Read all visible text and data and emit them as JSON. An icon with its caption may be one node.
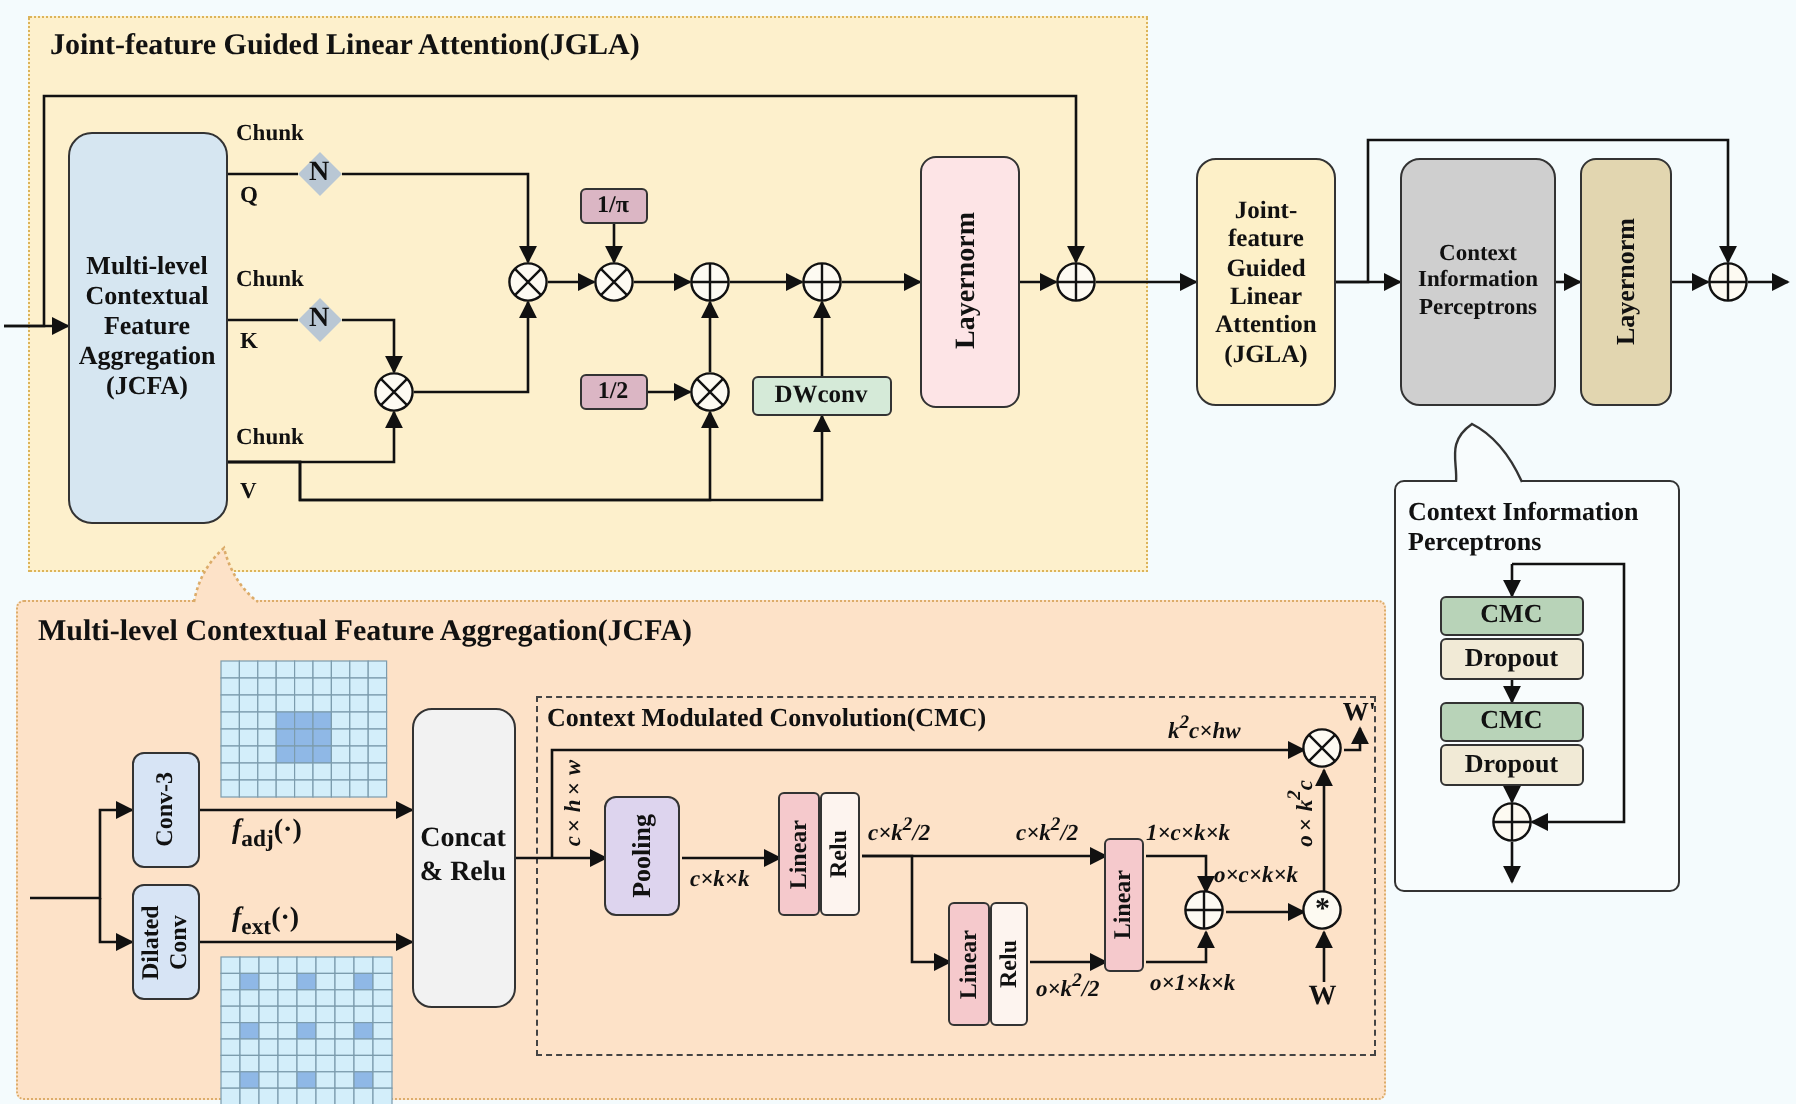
{
  "diagram": {
    "nodes": [
      {
        "text": [
          "Joint-feature Guided Linear Attention(JGLA)"
        ]
      },
      {
        "text": [
          "Multi-level Contextual Feature Aggregation (JCFA)"
        ],
        "in": 0
      },
      {
        "text": [
          "N"
        ],
        "in": 0
      },
      {
        "text": [
          "N"
        ],
        "in": 0
      },
      {
        "text": [],
        "shape": "times",
        "in": 0
      },
      {
        "text": [],
        "shape": "times",
        "in": 0
      },
      {
        "text": [
          "1/π"
        ],
        "in": 0
      },
      {
        "text": [],
        "shape": "times",
        "in": 0
      },
      {
        "text": [],
        "shape": "plus",
        "in": 0
      },
      {
        "text": [
          "1/2"
        ],
        "in": 0
      },
      {
        "text": [],
        "shape": "times",
        "in": 0
      },
      {
        "text": [],
        "shape": "plus",
        "in": 0
      },
      {
        "text": [
          "DWconv"
        ],
        "in": 0
      },
      {
        "text": [
          "Layernorm"
        ],
        "in": 0
      },
      {
        "text": [],
        "shape": "plus",
        "in": 0
      },
      {
        "text": [
          "Joint-feature Guided Linear Attention (JGLA)"
        ]
      },
      {
        "text": [
          "Context Information Perceptrons"
        ]
      },
      {
        "text": [
          "Layernorm"
        ]
      },
      {
        "text": [],
        "shape": "plus"
      },
      {
        "text": [
          "Context Information Perceptrons"
        ]
      },
      {
        "text": [
          "CMC"
        ],
        "in": 19
      },
      {
        "text": [
          "Dropout"
        ],
        "in": 19
      },
      {
        "text": [
          "CMC"
        ],
        "in": 19
      },
      {
        "text": [
          "Dropout"
        ],
        "in": 19
      },
      {
        "text": [],
        "shape": "plus",
        "in": 19
      },
      {
        "text": [
          "Multi-level Contextual Feature Aggregation(JCFA)"
        ]
      },
      {
        "text": [
          "Conv-3"
        ],
        "in": 25
      },
      {
        "text": [
          "Dilated Conv"
        ],
        "in": 25
      },
      {
        "text": [
          "Concat & Relu"
        ],
        "in": 25
      },
      {
        "text": [
          "Context Modulated Convolution(CMC)"
        ],
        "in": 25
      },
      {
        "text": [
          "Pooling"
        ],
        "in": 29
      },
      {
        "text": [
          "Linear"
        ],
        "in": 29
      },
      {
        "text": [
          "Relu"
        ],
        "in": 29
      },
      {
        "text": [
          "Linear"
        ],
        "in": 29
      },
      {
        "text": [
          "Relu"
        ],
        "in": 29
      },
      {
        "text": [
          "Linear"
        ],
        "in": 29
      },
      {
        "text": [],
        "shape": "plus",
        "in": 29
      },
      {
        "text": [
          "*"
        ],
        "in": 29
      },
      {
        "text": [],
        "shape": "times",
        "in": 29
      },
      {
        "text": [
          "W"
        ],
        "in": 29
      },
      {
        "text": [
          "W'"
        ],
        "in": 29
      }
    ],
    "edges": [
      {
        "from": null,
        "to": 1,
        "arrow": "to"
      },
      {
        "from": null,
        "to": 14,
        "arrow": "to"
      },
      {
        "from": 1,
        "to": 2,
        "arrow": "none"
      },
      {
        "from": 2,
        "to": 4,
        "arrow": "to"
      },
      {
        "from": 1,
        "to": 3,
        "arrow": "none"
      },
      {
        "from": 3,
        "to": 5,
        "arrow": "to"
      },
      {
        "from": 1,
        "to": 5,
        "arrow": "to"
      },
      {
        "from": 5,
        "to": 4,
        "arrow": "to"
      },
      {
        "from": 4,
        "to": 7,
        "arrow": "to"
      },
      {
        "from": 6,
        "to": 7,
        "arrow": "to"
      },
      {
        "from": 7,
        "to": 8,
        "arrow": "to"
      },
      {
        "from": 9,
        "to": 10,
        "arrow": "to"
      },
      {
        "from": 10,
        "to": 8,
        "arrow": "to"
      },
      {
        "from": 8,
        "to": 11,
        "arrow": "to"
      },
      {
        "from": 12,
        "to": 11,
        "arrow": "to"
      },
      {
        "from": 11,
        "to": 13,
        "arrow": "to"
      },
      {
        "from": 13,
        "to": 14,
        "arrow": "to"
      },
      {
        "from": 1,
        "to": 10,
        "arrow": "to"
      },
      {
        "from": 1,
        "to": 12,
        "arrow": "to"
      },
      {
        "from": 14,
        "to": 15,
        "arrow": "to"
      },
      {
        "from": 15,
        "to": 16,
        "arrow": "to"
      },
      {
        "from": 15,
        "to": 18,
        "arrow": "to"
      },
      {
        "from": 16,
        "to": 17,
        "arrow": "to"
      },
      {
        "from": 17,
        "to": 18,
        "arrow": "to"
      },
      {
        "from": 18,
        "to": null,
        "arrow": "to"
      },
      {
        "from": null,
        "to": 20,
        "arrow": "to"
      },
      {
        "from": null,
        "to": 24,
        "arrow": "to"
      },
      {
        "from": 21,
        "to": 22,
        "arrow": "to"
      },
      {
        "from": 23,
        "to": 24,
        "arrow": "to"
      },
      {
        "from": 24,
        "to": null,
        "arrow": "to"
      },
      {
        "from": null,
        "to": 26,
        "arrow": "to"
      },
      {
        "from": null,
        "to": 27,
        "arrow": "to"
      },
      {
        "from": 26,
        "to": 28,
        "arrow": "to",
        "label": "*f*$_{adj}$(·)"
      },
      {
        "from": 27,
        "to": 28,
        "arrow": "to",
        "label": "*f*$_{ext}$(·)"
      },
      {
        "from": 28,
        "to": 30,
        "arrow": "to"
      },
      {
        "from": null,
        "to": 38,
        "arrow": "to"
      },
      {
        "from": 30,
        "to": 31,
        "arrow": "to"
      },
      {
        "from": 32,
        "to": 35,
        "arrow": "to"
      },
      {
        "from": 32,
        "to": 33,
        "arrow": "to"
      },
      {
        "from": 34,
        "to": 35,
        "arrow": "to"
      },
      {
        "from": 35,
        "to": 36,
        "arrow": "to"
      },
      {
        "from": 35,
        "to": 36,
        "arrow": "to"
      },
      {
        "from": 36,
        "to": 37,
        "arrow": "to"
      },
      {
        "from": 39,
        "to": 37,
        "arrow": "to"
      },
      {
        "from": 37,
        "to": 38,
        "arrow": "to"
      },
      {
        "from": 38,
        "to": 40,
        "arrow": "to"
      }
    ],
    "labels": [
      "Chunk",
      "Q",
      "Chunk",
      "K",
      "Chunk",
      "V",
      "c×h×w",
      "k$^{2}$c×hw",
      "c×k×k",
      "c×k$^{2}$/2",
      "c×k$^{2}$/2",
      "1×c×k×k",
      "o×c×k×k",
      "o×k$^{2}$/2",
      "o×1×k×k",
      "o×k$^{2}$c"
    ]
  }
}
